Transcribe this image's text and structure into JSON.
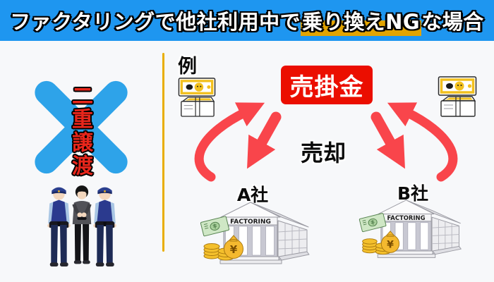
{
  "header": {
    "title_prefix": "ファクタリングで他社利用中で",
    "title_highlight": "乗り換えNG",
    "title_suffix": "な場合",
    "bg_color": "#1E96F0",
    "highlight_color": "#E2A400"
  },
  "left_panel": {
    "prohibition_label": "二重譲渡",
    "cross_color": "#2EA3E9",
    "label_color": "#E8261B",
    "illustration": "police-arrest"
  },
  "right_panel": {
    "example_label": "例",
    "receivable_label": "売掛金",
    "receivable_bg": "#EB0E00",
    "sale_label": "売却",
    "arrow_color": "#F9454B",
    "company_a": {
      "label": "A社",
      "sign": "FACTORING"
    },
    "company_b": {
      "label": "B社",
      "sign": "FACTORING"
    },
    "icons": {
      "money": "cash-stack-icon",
      "building": "bank-building-icon",
      "bill": "cash-icon",
      "coins": "coins-icon",
      "bag": "money-bag-icon"
    }
  },
  "divider_color": "#E9AE00"
}
